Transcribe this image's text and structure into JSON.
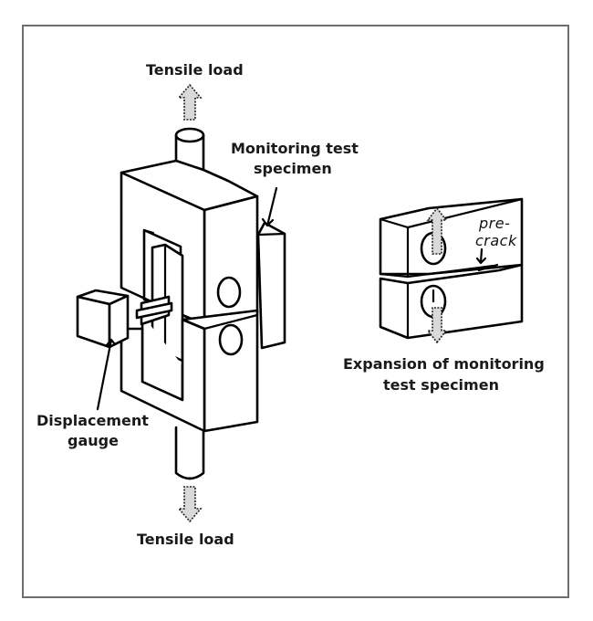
{
  "labels": {
    "tensile_load_top": "Tensile load",
    "tensile_load_bottom": "Tensile load",
    "monitoring_specimen_line1": "Monitoring test",
    "monitoring_specimen_line2": "specimen",
    "displacement_gauge_line1": "Displacement",
    "displacement_gauge_line2": "gauge",
    "expansion_line1": "Expansion of monitoring",
    "expansion_line2": "test specimen",
    "pre_crack_line1": "pre-",
    "pre_crack_line2": "crack"
  },
  "colors": {
    "frame_border": "#6e6e6e",
    "line": "#000000",
    "arrow_fill": "#d9d9d9"
  }
}
